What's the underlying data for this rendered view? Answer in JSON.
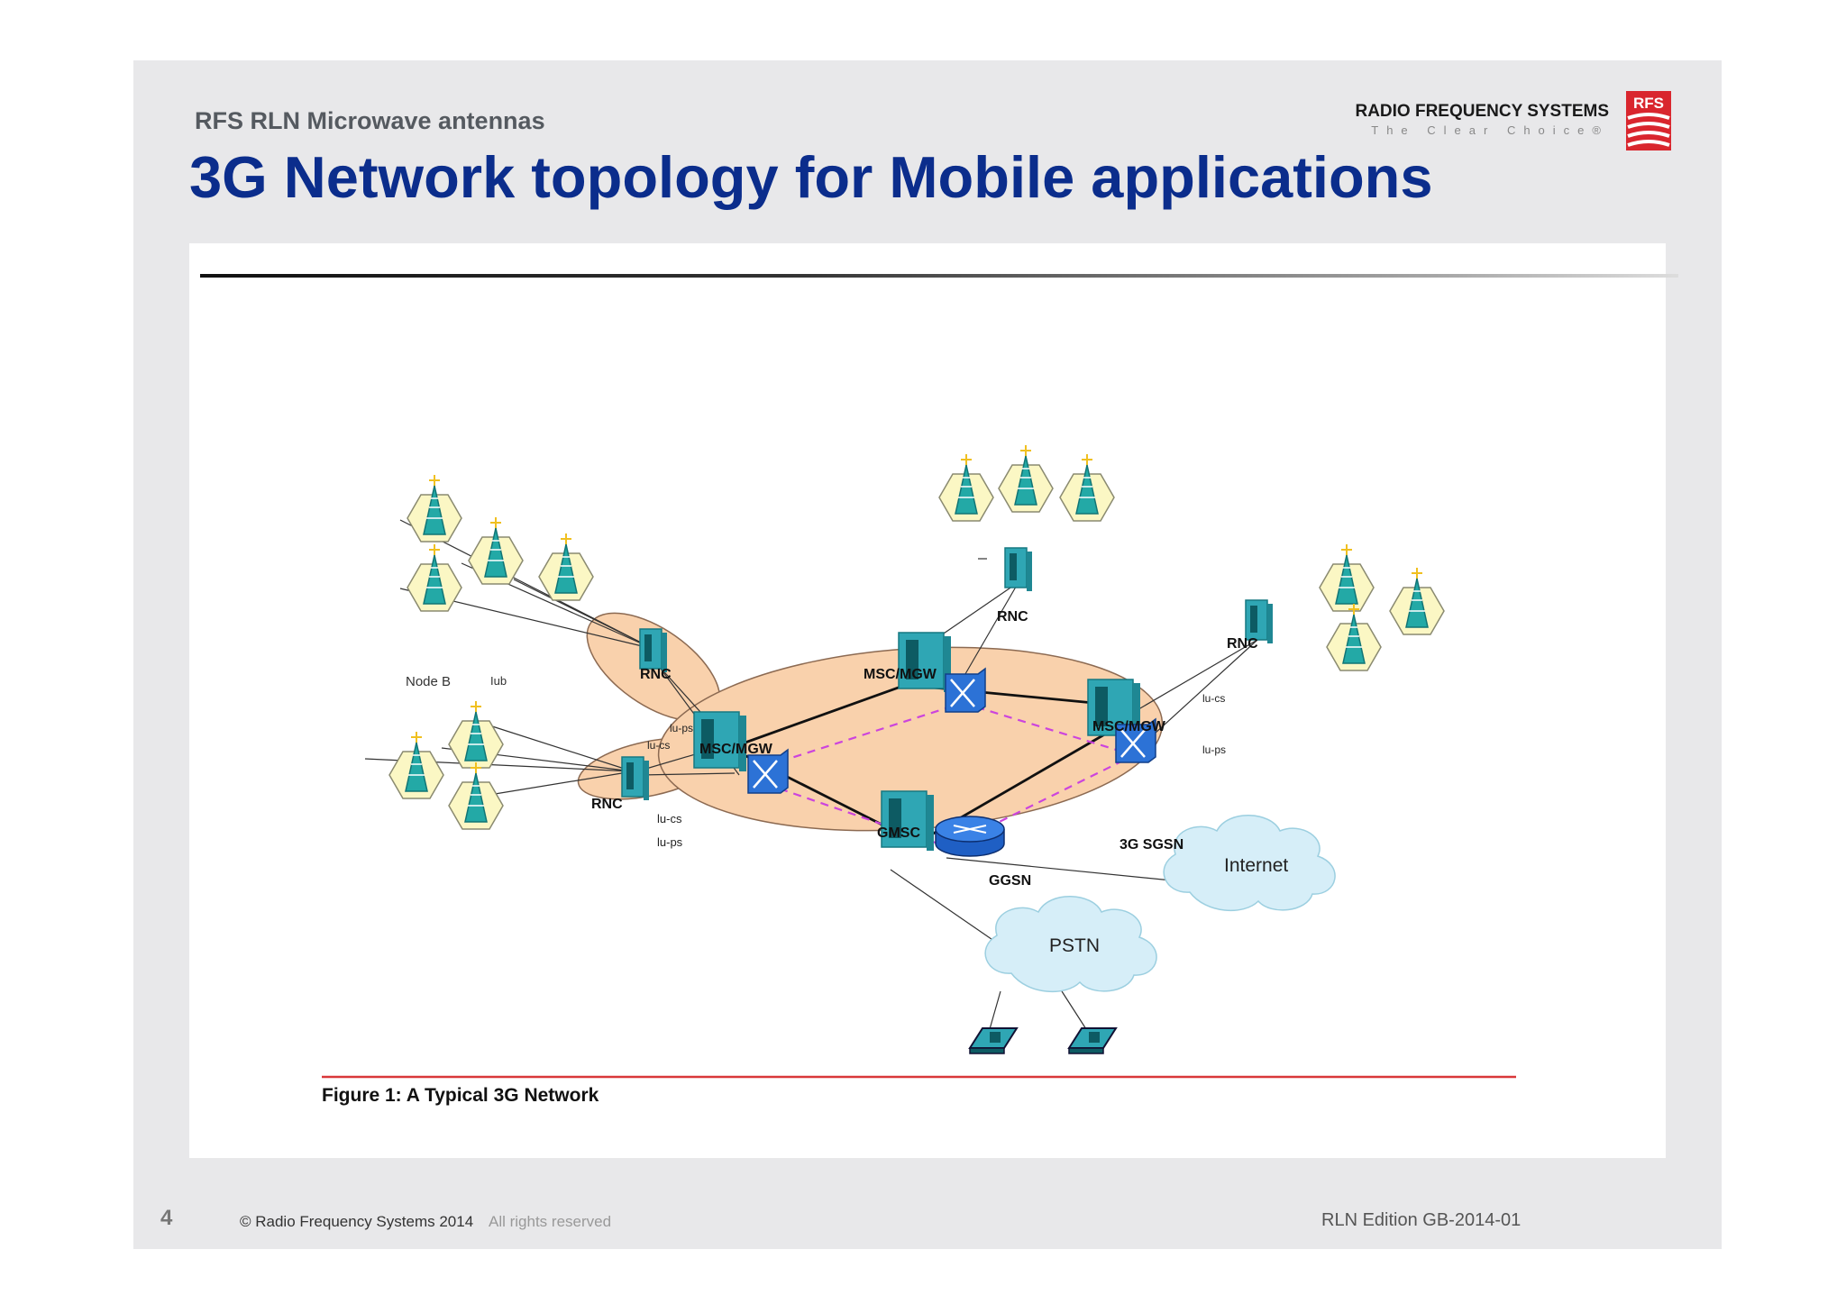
{
  "header": {
    "subtitle": "RFS RLN Microwave antennas",
    "title": "3G Network topology for Mobile applications"
  },
  "logo": {
    "name": "RADIO FREQUENCY SYSTEMS",
    "tagline": "The Clear Choice®",
    "badge": "RFS"
  },
  "diagram": {
    "labels": {
      "node_b": "Node B",
      "iub": "Iub",
      "rnc_left_top": "RNC",
      "rnc_left_bottom": "RNC",
      "rnc_top": "RNC",
      "rnc_right": "RNC",
      "msc_mgw_left": "MSC/MGW",
      "msc_mgw_top": "MSC/MGW",
      "msc_mgw_right": "MSC/MGW",
      "gmsc": "GMSC",
      "sgsn": "3G SGSN",
      "ggsn": "GGSN",
      "internet": "Internet",
      "pstn": "PSTN",
      "lu_ps_1": "lu-ps",
      "lu_cs_1": "lu-cs",
      "lu_cs_2": "lu-cs",
      "lu_ps_2": "lu-ps",
      "lu_cs_3": "lu-cs",
      "lu_ps_3": "lu-ps"
    },
    "caption": "Figure 1:  A Typical 3G Network",
    "colors": {
      "core_ring": "#f9d1ac",
      "cell_fill": "#fbf7c4",
      "equipment": "#2fa6b4",
      "switch": "#1f5fc4",
      "cloud": "#d6eef8",
      "packet_link": "#cc44dd",
      "caption_rule": "#d9383a"
    }
  },
  "footer": {
    "page_number": "4",
    "copyright": "© Radio Frequency Systems 2014",
    "rights": "All rights reserved",
    "edition": "RLN Edition GB-2014-01"
  }
}
